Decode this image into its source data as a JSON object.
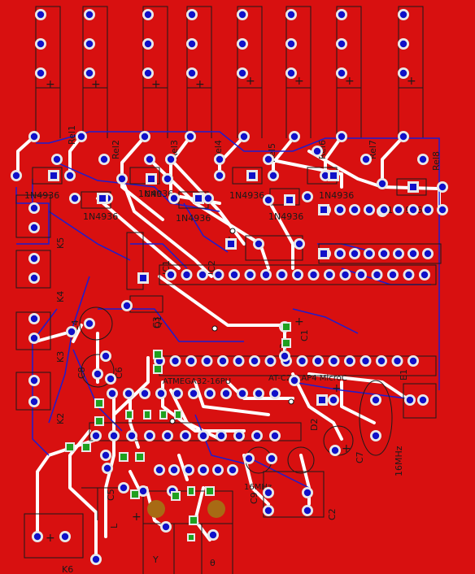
{
  "colors": {
    "board": "#d81010",
    "copper_top": "#ffffff",
    "pad": "#1010c8",
    "pad_ring": "#e8e8e8",
    "trace_bottom": "#1c1cd0",
    "silkscreen": "#1a1a1a",
    "smd_pad": "#1fa01f",
    "crystal_pad": "#a86a14"
  },
  "components": {
    "relays": [
      "Rel1",
      "Rel2",
      "Rel3",
      "Rel4",
      "Rel5",
      "Rel6",
      "Rel7",
      "Rel8"
    ],
    "diodes_top": [
      "1N4936",
      "1N4936",
      "1N4936",
      "1N4936"
    ],
    "diodes_bottom": [
      "1N4936",
      "1N4936",
      "1N4936",
      "1N4936"
    ],
    "connectors": [
      "K5",
      "K4",
      "K3",
      "K2",
      "K6"
    ],
    "ics": [
      "IC1",
      "IC2",
      "IC3"
    ],
    "misc_labels": [
      "Q1",
      "D2",
      "C1",
      "C2",
      "C3",
      "C4",
      "C5",
      "C6",
      "C7",
      "C8",
      "C9",
      "E1",
      "L",
      "CNC"
    ],
    "crystals": [
      "16MHz",
      "16MHz"
    ],
    "bottom_labels": [
      "Y",
      "θ"
    ],
    "ic2_text": "ATMEGA32-16PU",
    "ic_center_text": "AT-C28LAP4 MicroC"
  }
}
